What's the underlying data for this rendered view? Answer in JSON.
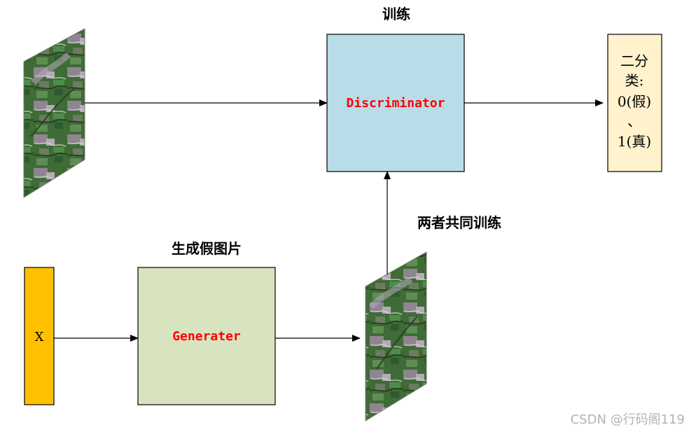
{
  "diagram": {
    "title_training": "训练",
    "discriminator_label": "Discriminator",
    "generator_label": "Generater",
    "input_label": "X",
    "joint_training_label": "两者共同训练",
    "fake_image_label": "生成假图片",
    "output_lines": [
      "二分",
      "类:",
      "0(假)",
      "、",
      "1(真)"
    ]
  },
  "watermark": "CSDN @行码阁119",
  "colors": {
    "discriminator_fill": "#b9dde8",
    "generator_fill": "#d8e4c0",
    "input_fill": "#ffc000",
    "output_fill": "#fff2cc",
    "accent_text": "#ff0000"
  }
}
